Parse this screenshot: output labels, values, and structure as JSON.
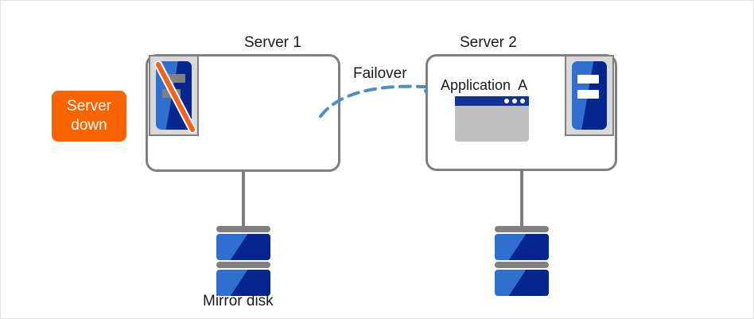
{
  "diagram": {
    "title_left": "Server 1",
    "title_right": "Server 2",
    "failover_label": "Failover",
    "application_label": "Application  A",
    "mirror_disk_label": "Mirror disk",
    "status_badge": {
      "line1": "Server",
      "line2": "down"
    },
    "colors": {
      "badge_orange": "#fa6400",
      "box_outline_gray": "#7f7f7f",
      "icon_blue_light": "#2f6fd0",
      "icon_blue_dark": "#05268f",
      "app_titlebar_navy": "#11339b",
      "app_body_gray": "#c0c0c0",
      "arrow_blue": "#4a90c4",
      "slash_orange": "#f4621f",
      "canvas_border": "#e2e2e2"
    },
    "icons": {
      "server_down": "server-down-icon",
      "server_running": "server-running-icon",
      "application_window": "application-window-icon",
      "disk_stack": "disk-stack-icon",
      "failover_arrow": "failover-arrow-icon"
    }
  }
}
